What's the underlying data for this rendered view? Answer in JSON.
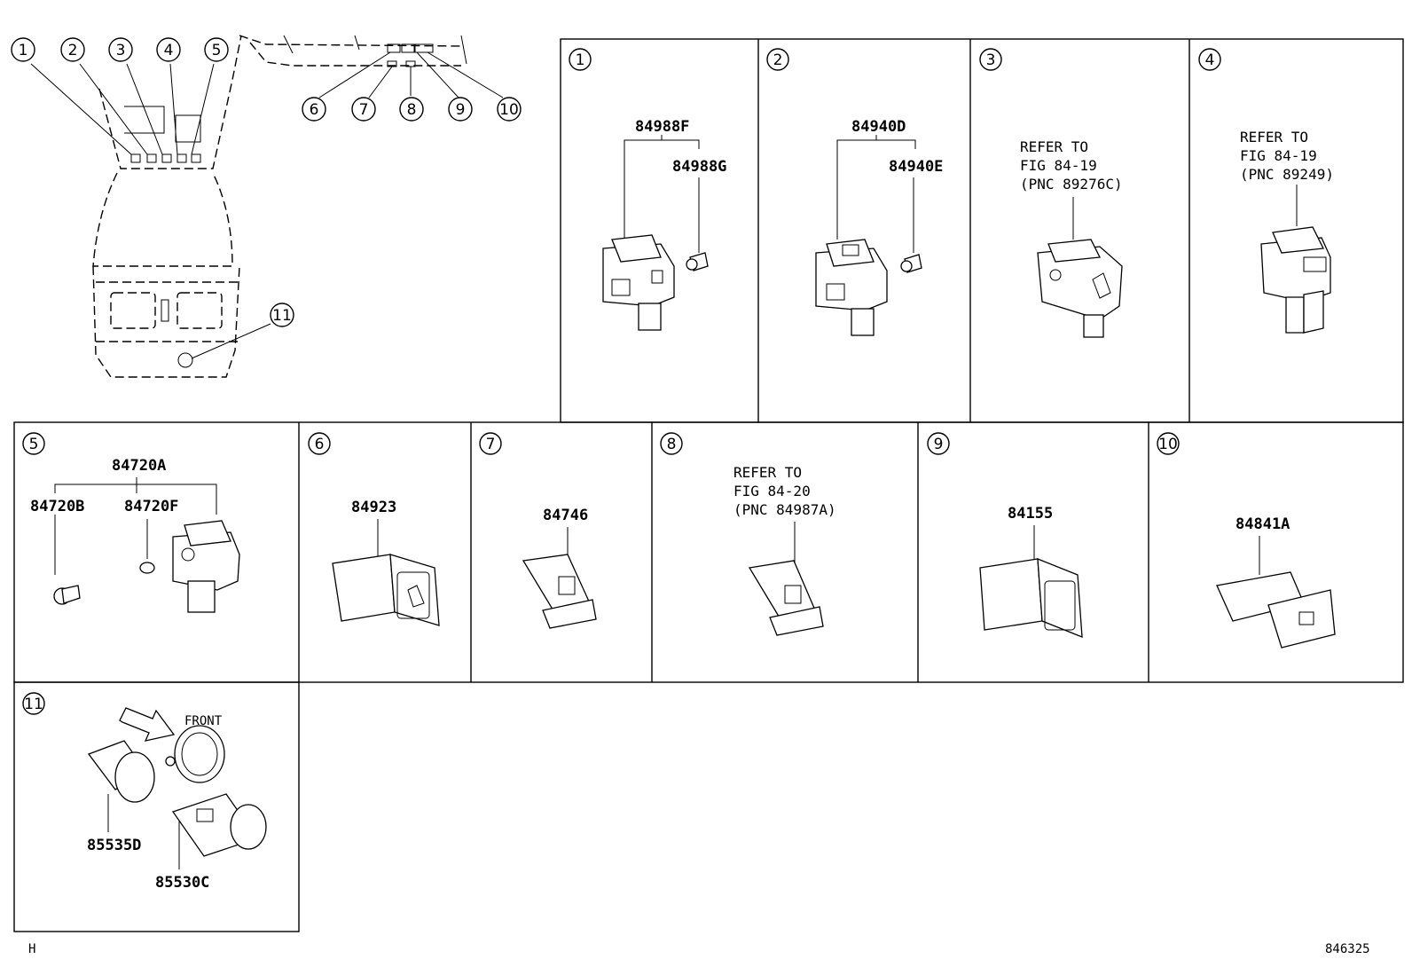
{
  "callouts": [
    "1",
    "2",
    "3",
    "4",
    "5",
    "6",
    "7",
    "8",
    "9",
    "10",
    "11"
  ],
  "panels": {
    "p1": {
      "num": "1",
      "parts": [
        "84988F",
        "84988G"
      ]
    },
    "p2": {
      "num": "2",
      "parts": [
        "84940D",
        "84940E"
      ]
    },
    "p3": {
      "num": "3",
      "ref": [
        "REFER TO",
        "FIG  84-19",
        "(PNC 89276C)"
      ]
    },
    "p4": {
      "num": "4",
      "ref": [
        "REFER TO",
        "FIG  84-19",
        "(PNC 89249)"
      ]
    },
    "p5": {
      "num": "5",
      "parts": [
        "84720A",
        "84720B",
        "84720F"
      ]
    },
    "p6": {
      "num": "6",
      "parts": [
        "84923"
      ]
    },
    "p7": {
      "num": "7",
      "parts": [
        "84746"
      ]
    },
    "p8": {
      "num": "8",
      "ref": [
        "REFER TO",
        "FIG  84-20",
        "(PNC 84987A)"
      ]
    },
    "p9": {
      "num": "9",
      "parts": [
        "84155"
      ]
    },
    "p10": {
      "num": "10",
      "parts": [
        "84841A"
      ]
    },
    "p11": {
      "num": "11",
      "parts": [
        "85535D",
        "85530C"
      ],
      "front": "FRONT"
    }
  },
  "footer": {
    "left": "H",
    "right": "846325"
  }
}
